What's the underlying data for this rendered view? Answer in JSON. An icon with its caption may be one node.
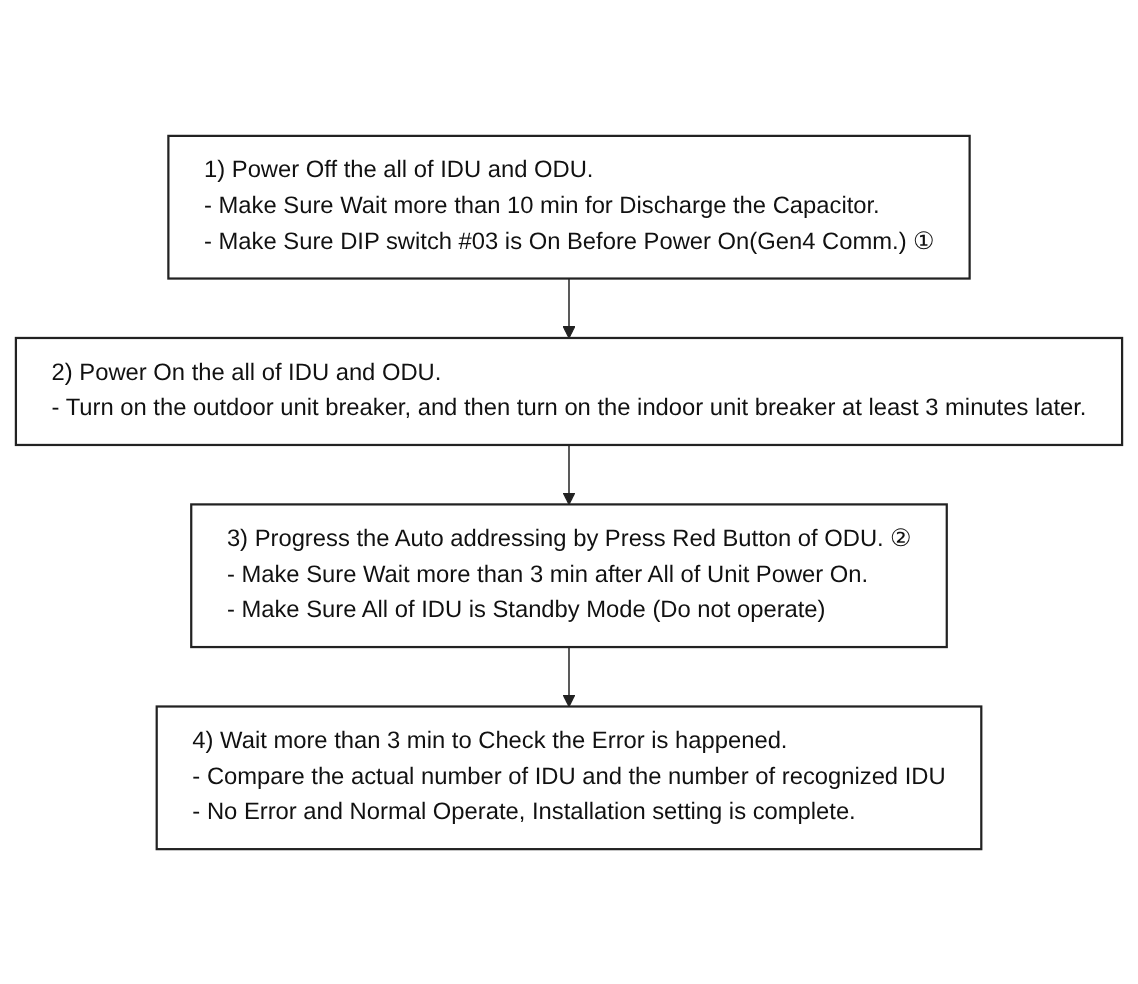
{
  "diagram": {
    "nodes": [
      {
        "text": [
          "1) Power Off the all of IDU and ODU.",
          "- Make Sure Wait more than 10 min for Discharge the Capacitor.",
          "- Make Sure DIP switch #03 is On Before Power On(Gen4 Comm.) ①"
        ]
      },
      {
        "text": [
          "2) Power On the all of IDU and ODU.",
          "- Turn on the outdoor unit breaker, and then turn on the indoor unit breaker at least 3 minutes later."
        ]
      },
      {
        "text": [
          "3) Progress the Auto addressing by Press Red Button of ODU. ②",
          "- Make Sure Wait more than 3 min after All of Unit Power On.",
          "- Make Sure All of IDU is Standby Mode (Do not operate)"
        ]
      },
      {
        "text": [
          "4) Wait more than 3 min to Check the Error is happened.",
          "- Compare the actual number of IDU and the number of recognized IDU",
          "- No Error and Normal Operate, Installation setting is complete."
        ]
      }
    ],
    "edges": [
      {
        "from": 0,
        "to": 1,
        "arrow": "to"
      },
      {
        "from": 1,
        "to": 2,
        "arrow": "to"
      },
      {
        "from": 2,
        "to": 3,
        "arrow": "to"
      }
    ]
  }
}
